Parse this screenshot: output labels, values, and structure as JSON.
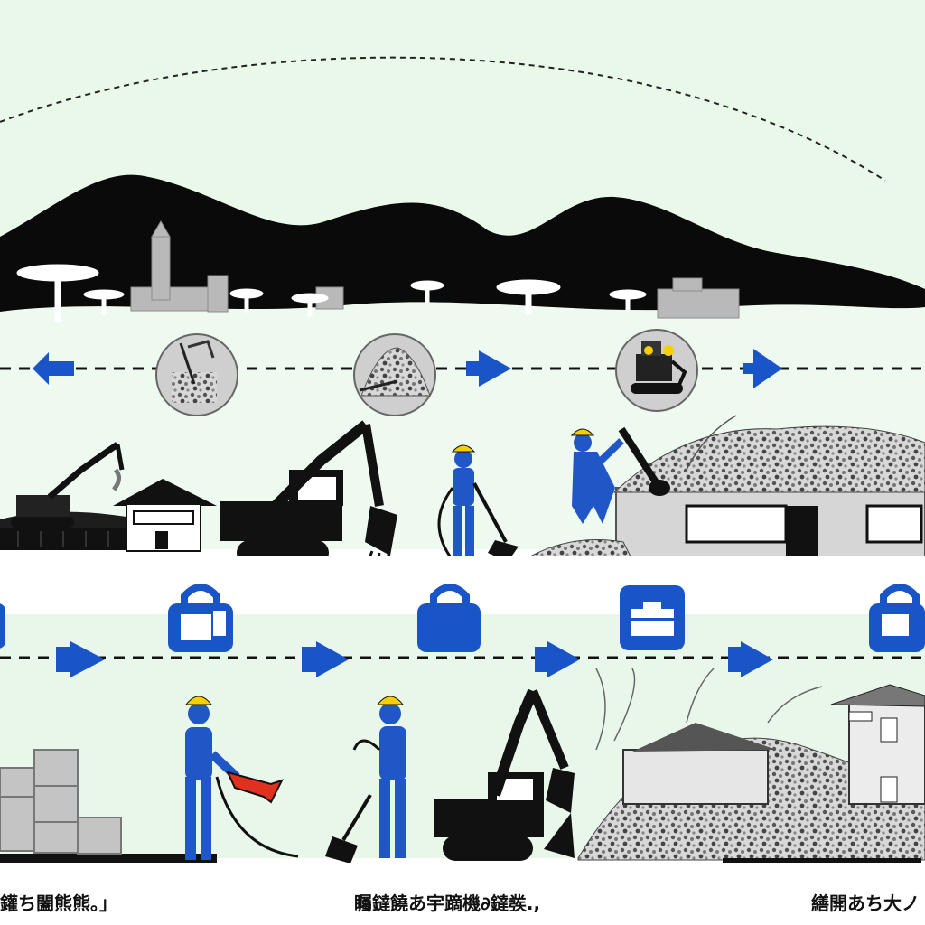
{
  "colors": {
    "sky": "#eaf8ea",
    "band_light": "#e3f6e3",
    "mountain": "#0a0a0a",
    "accent_blue": "#1a55c8",
    "worker_blue": "#2156c7",
    "hard_hat": "#f5d000",
    "machine": "#111111",
    "rubble": "#9a9a9a",
    "building": "#cfcfcf",
    "tool_red": "#e0301e"
  },
  "icons": {
    "top_step_icons": [
      "debris-grab-icon",
      "rubble-pile-icon",
      "mini-excavator-icon"
    ],
    "bottom_step_icons": [
      "lock-icon",
      "lock-icon",
      "toolbox-icon",
      "lock-icon"
    ],
    "flow_arrows": [
      "arrow-left-icon",
      "arrow-right-icon"
    ]
  },
  "captions": {
    "left": "鑵ち闔熊熊。」",
    "center": "矚鐽饒あ宇蹢機∂鐽彂.,",
    "right": "繕開あち大ノ"
  }
}
